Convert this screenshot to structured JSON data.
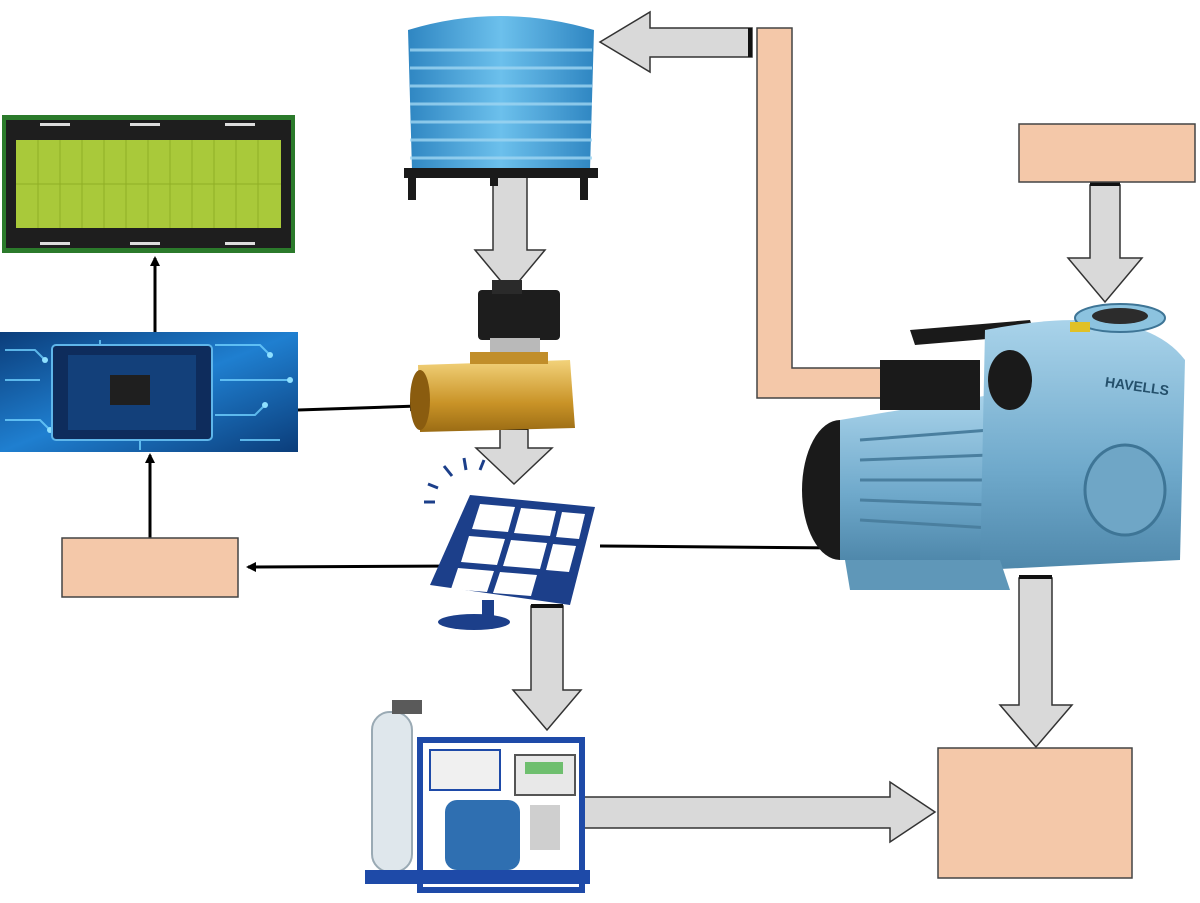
{
  "diagram": {
    "nodes": [
      {
        "id": "water-tank",
        "kind": "icon",
        "icon": "water-tank-icon"
      },
      {
        "id": "lcd-display",
        "kind": "icon",
        "icon": "lcd-display-icon"
      },
      {
        "id": "microcontroller",
        "kind": "icon",
        "icon": "microchip-icon"
      },
      {
        "id": "solenoid-valve",
        "kind": "icon",
        "icon": "solenoid-valve-icon"
      },
      {
        "id": "solar-panel",
        "kind": "icon",
        "icon": "solar-panel-icon"
      },
      {
        "id": "water-pump",
        "kind": "icon",
        "icon": "water-pump-icon",
        "brand_mark": "HAVELLS"
      },
      {
        "id": "ro-filter",
        "kind": "icon",
        "icon": "ro-filter-unit-icon"
      },
      {
        "id": "pump-input-box",
        "kind": "blank-box",
        "label": ""
      },
      {
        "id": "controller-input-box",
        "kind": "blank-box",
        "label": ""
      },
      {
        "id": "output-box",
        "kind": "blank-box",
        "label": ""
      }
    ],
    "edges": [
      {
        "from": "water-tank",
        "to": "solenoid-valve",
        "style": "block-arrow"
      },
      {
        "from": "solenoid-valve",
        "to": "solar-panel",
        "style": "block-arrow"
      },
      {
        "from": "solar-panel",
        "to": "ro-filter",
        "style": "block-arrow"
      },
      {
        "from": "ro-filter",
        "to": "output-box",
        "style": "block-arrow"
      },
      {
        "from": "water-pump",
        "to": "output-box",
        "style": "block-arrow"
      },
      {
        "from": "pump-input-box",
        "to": "water-pump",
        "style": "block-arrow"
      },
      {
        "from": "water-pump",
        "to": "water-tank",
        "style": "pipe-arrow"
      },
      {
        "from": "microcontroller",
        "to": "lcd-display",
        "style": "line-arrow"
      },
      {
        "from": "microcontroller",
        "to": "solenoid-valve",
        "style": "line-arrow"
      },
      {
        "from": "controller-input-box",
        "to": "microcontroller",
        "style": "line-arrow"
      },
      {
        "from": "solar-panel",
        "to": "controller-input-box",
        "style": "line-arrow"
      },
      {
        "from": "solar-panel",
        "to": "water-pump",
        "style": "line-arrow"
      }
    ]
  },
  "colors": {
    "arrow_fill": "#d9d9d9",
    "box_fill": "#f4c8a9",
    "tank": "#4aa3d6",
    "panel": "#1c3f8a",
    "pump": "#7fb6d4",
    "valve": "#d6a83a",
    "lcd": "#a9c93a"
  }
}
